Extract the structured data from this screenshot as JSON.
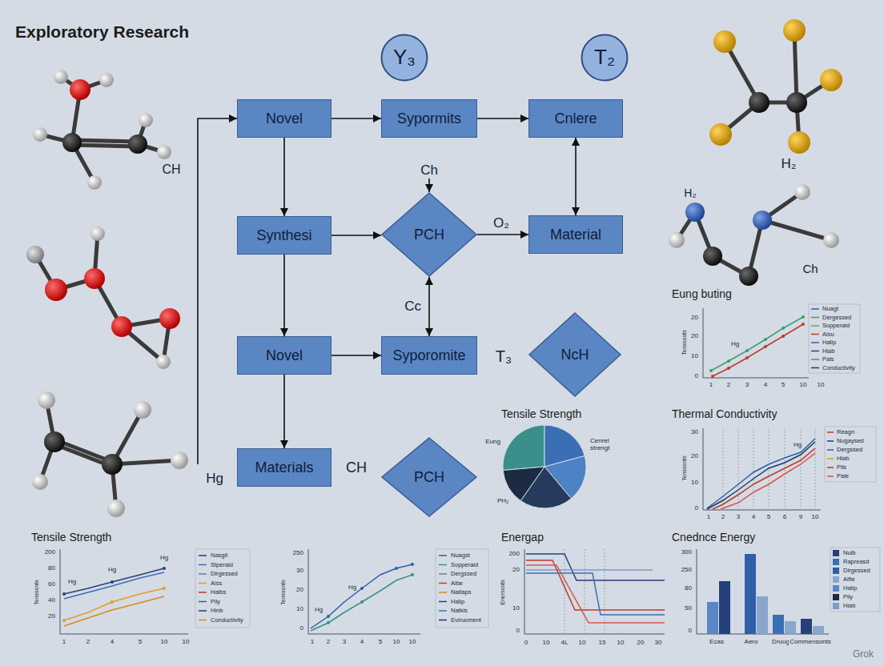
{
  "diagram": {
    "title": "Exploratory Research",
    "nodes": [
      {
        "text": [
          "Y₃"
        ]
      },
      {
        "text": [
          "T₂"
        ]
      },
      {
        "text": [
          "Novel"
        ]
      },
      {
        "text": [
          "Sypormits"
        ]
      },
      {
        "text": [
          "Cnlere"
        ]
      },
      {
        "text": [
          "Synthesi"
        ]
      },
      {
        "text": [
          "PCH"
        ]
      },
      {
        "text": [
          "Material"
        ]
      },
      {
        "text": [
          "Novel"
        ]
      },
      {
        "text": [
          "Syporomite"
        ]
      },
      {
        "text": [
          "NcH"
        ]
      },
      {
        "text": [
          "Materials"
        ]
      },
      {
        "text": [
          "PCH"
        ]
      }
    ],
    "edges": [
      {
        "from": 2,
        "to": 3,
        "arrow": "to"
      },
      {
        "from": 3,
        "to": 4,
        "arrow": "to"
      },
      {
        "from": 2,
        "to": 5,
        "arrow": "to"
      },
      {
        "from": 5,
        "to": 6,
        "arrow": "to"
      },
      {
        "from": 6,
        "to": 7,
        "arrow": "to",
        "label": "O₂"
      },
      {
        "from": 4,
        "to": 7,
        "arrow": "both"
      },
      {
        "from": 5,
        "to": 8,
        "arrow": "to"
      },
      {
        "from": 6,
        "to": 9,
        "arrow": "both",
        "label": "Cc"
      },
      {
        "from": 8,
        "to": 9,
        "arrow": "to"
      },
      {
        "from": 8,
        "to": 11,
        "arrow": "to"
      }
    ],
    "labels": [
      "Ch",
      "T₃",
      "CH",
      "CH",
      "H₂",
      "H₂",
      "Ch",
      "Hg",
      "Eung buting",
      "20",
      "20",
      "10",
      "0",
      "1",
      "2",
      "3",
      "4",
      "5",
      "10",
      "10",
      "Tenssonts",
      "Hg",
      "Nuagt",
      "Dergessed",
      "Sopperaid",
      "Aisu",
      "Halip",
      "Hiab",
      "Pals",
      "Conductivity",
      "Thermal Conductivity",
      "30",
      "20",
      "10",
      "0",
      "1",
      "2",
      "3",
      "4",
      "5",
      "6",
      "9",
      "10",
      "Tenssonts",
      "Hg",
      "Reagn",
      "Nugaysed",
      "Dergssed",
      "Hiab",
      "Pils",
      "Pale",
      "Tensile Strength",
      "Eung",
      "Cenrel strengt",
      "PH₂",
      "Tensile Strength",
      "200",
      "80",
      "60",
      "40",
      "20",
      "1",
      "2",
      "4",
      "5",
      "10",
      "10",
      "Tenssonts",
      "Hg",
      "Hg",
      "Hg",
      "Nasgit",
      "Stperaid",
      "Dirgessed",
      "Aiss",
      "Halbs",
      "Pily",
      "Hinb",
      "Conductivity",
      "250",
      "30",
      "20",
      "10",
      "0",
      "1",
      "2",
      "3",
      "4",
      "5",
      "10",
      "10",
      "Hg",
      "Hg",
      "Tenssonts",
      "Nuagst",
      "Sopperaid",
      "Dergssed",
      "Aibe",
      "Naitaps",
      "Halip",
      "Natkis",
      "Eviruoment",
      "Energap",
      "200",
      "20",
      "10",
      "0",
      "0",
      "10",
      "4L",
      "10",
      "15",
      "10",
      "20",
      "30",
      "Enersonts",
      "Cnednce Energy",
      "300",
      "250",
      "80",
      "50",
      "0",
      "Ecas",
      "Aero",
      "Druug",
      "Commensonts",
      "Nuib",
      "Rapreasd",
      "Dirgessed",
      "Aifie",
      "Halip",
      "Pily",
      "Hiab",
      "Grok"
    ]
  }
}
